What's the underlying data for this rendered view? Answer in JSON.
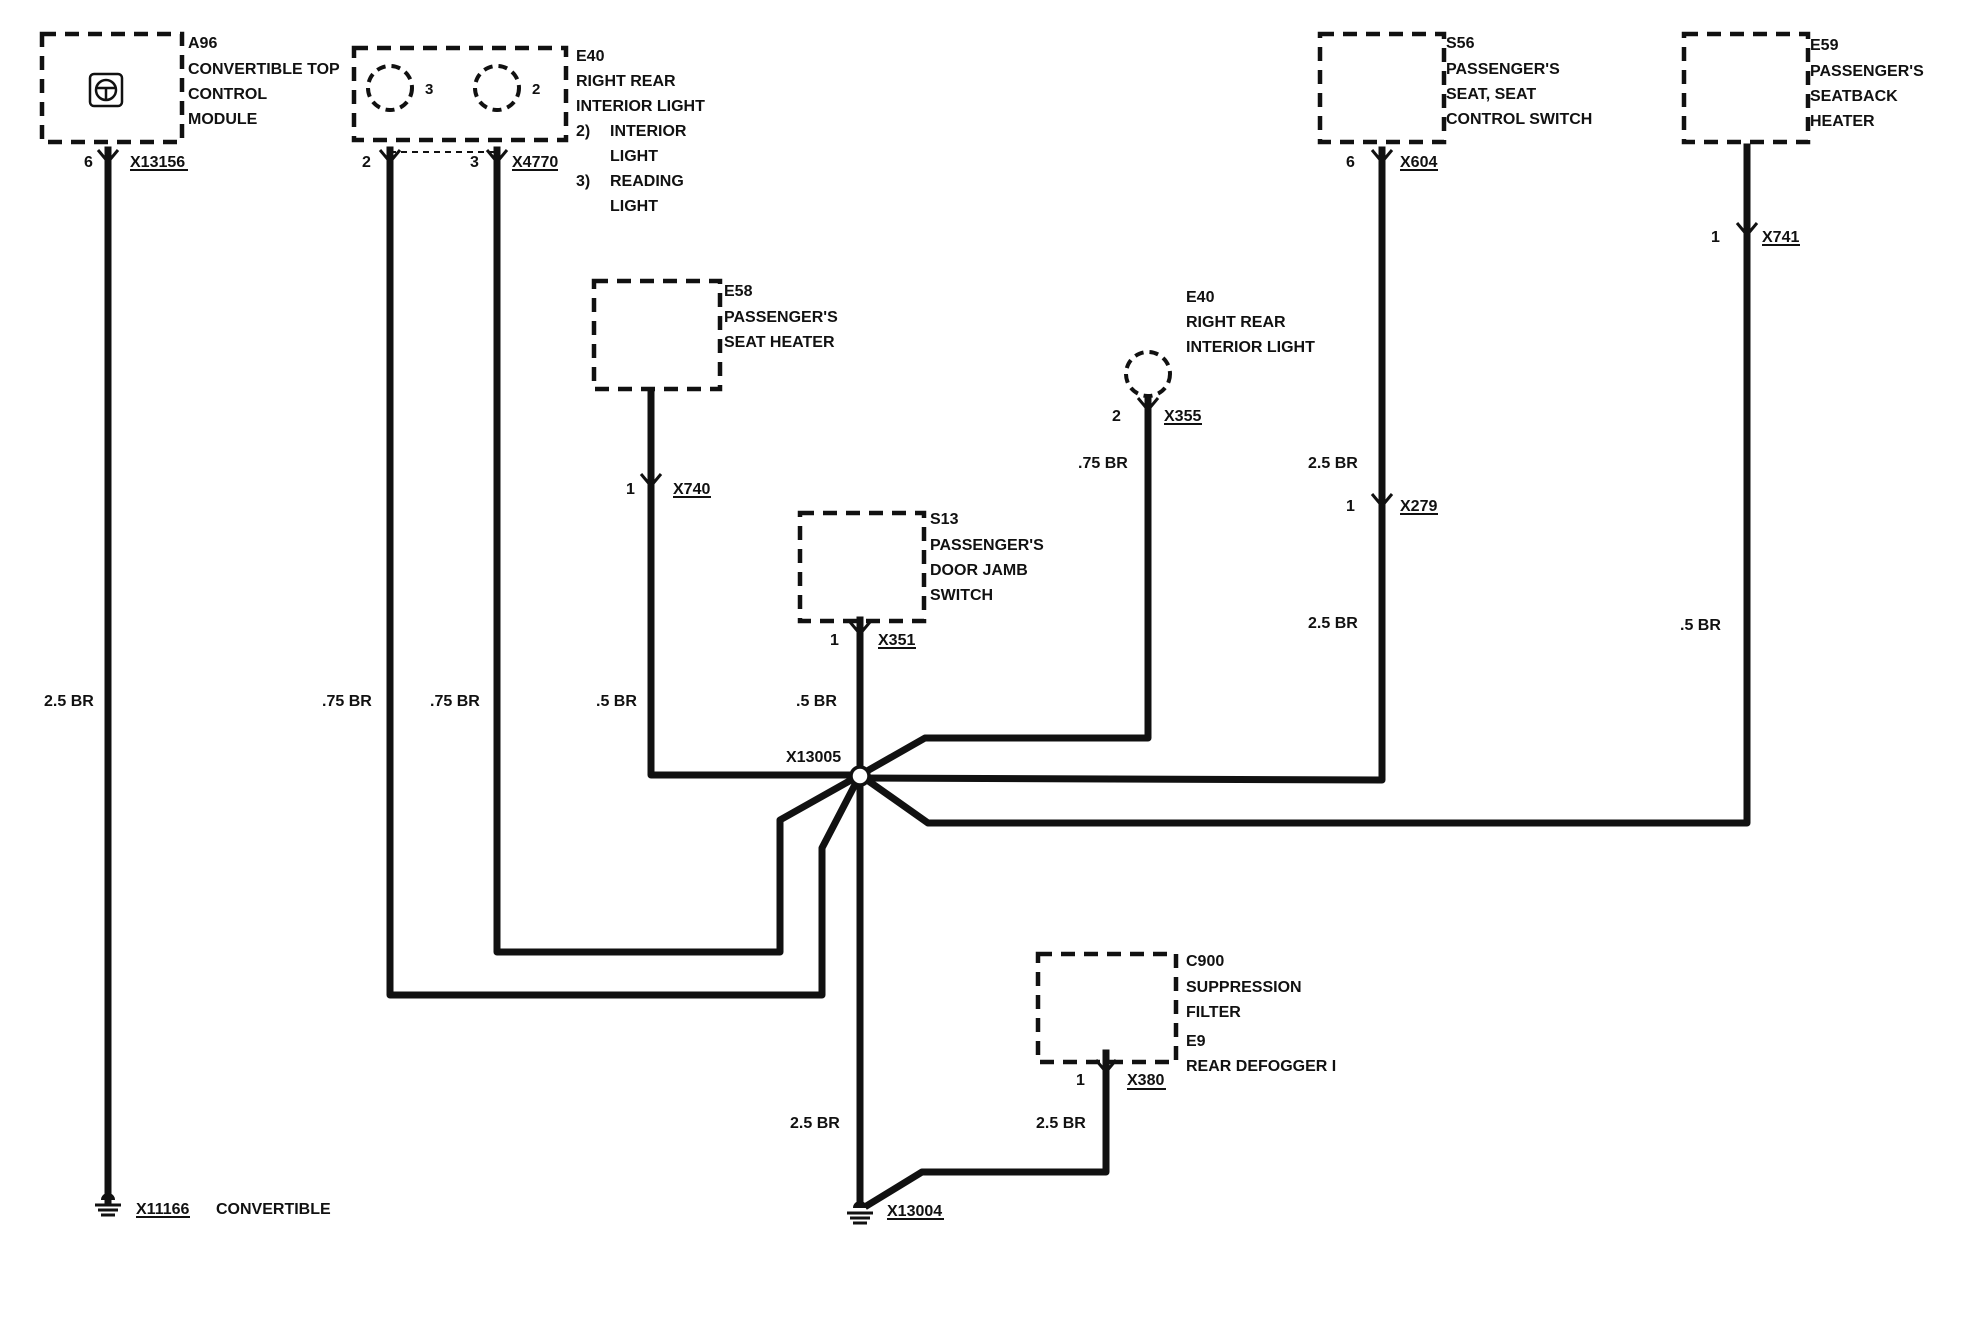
{
  "components": {
    "a96": {
      "id": "A96",
      "lines": [
        "CONVERTIBLE TOP",
        "CONTROL",
        "MODULE"
      ],
      "pin": "6",
      "connector": "X13156"
    },
    "e40_top": {
      "id": "E40",
      "lines": [
        "RIGHT REAR",
        "INTERIOR LIGHT"
      ],
      "notes": [
        {
          "num": "2)",
          "text": "INTERIOR"
        },
        {
          "num": "",
          "text": "LIGHT"
        },
        {
          "num": "3)",
          "text": "READING"
        },
        {
          "num": "",
          "text": "LIGHT"
        }
      ],
      "bulb_left": "3",
      "bulb_right": "2",
      "pin_left": "2",
      "pin_right": "3",
      "connector": "X4770"
    },
    "s56": {
      "id": "S56",
      "lines": [
        "PASSENGER'S",
        "SEAT, SEAT",
        "CONTROL SWITCH"
      ],
      "pin": "6",
      "connector": "X604"
    },
    "e59": {
      "id": "E59",
      "lines": [
        "PASSENGER'S",
        "SEATBACK",
        "HEATER"
      ],
      "pin": "1",
      "connector": "X741"
    },
    "e58": {
      "id": "E58",
      "lines": [
        "PASSENGER'S",
        "SEAT HEATER"
      ],
      "pin": "1",
      "connector": "X740"
    },
    "e40_mid": {
      "id": "E40",
      "lines": [
        "RIGHT REAR",
        "INTERIOR LIGHT"
      ],
      "pin": "2",
      "connector": "X355"
    },
    "s13": {
      "id": "S13",
      "lines": [
        "PASSENGER'S",
        "DOOR JAMB",
        "SWITCH"
      ],
      "pin": "1",
      "connector": "X351"
    },
    "c900": {
      "id": "C900",
      "lines": [
        "SUPPRESSION",
        "FILTER"
      ],
      "id2": "E9",
      "lines2": [
        "REAR DEFOGGER I"
      ],
      "pin": "1",
      "connector": "X380"
    },
    "x279": {
      "pin": "1",
      "connector": "X279"
    }
  },
  "wires": {
    "a96": "2.5 BR",
    "e40_left": ".75 BR",
    "e40_right": ".75 BR",
    "e58": ".5 BR",
    "s13": ".5 BR",
    "e40_mid": ".75 BR",
    "s56_upper": "2.5 BR",
    "s56_lower": "2.5 BR",
    "e59": ".5 BR",
    "ground_main": "2.5 BR",
    "c900": "2.5 BR"
  },
  "splice": {
    "id": "X13005"
  },
  "grounds": {
    "left": {
      "id": "X11166",
      "note": "CONVERTIBLE"
    },
    "main": {
      "id": "X13004"
    }
  }
}
